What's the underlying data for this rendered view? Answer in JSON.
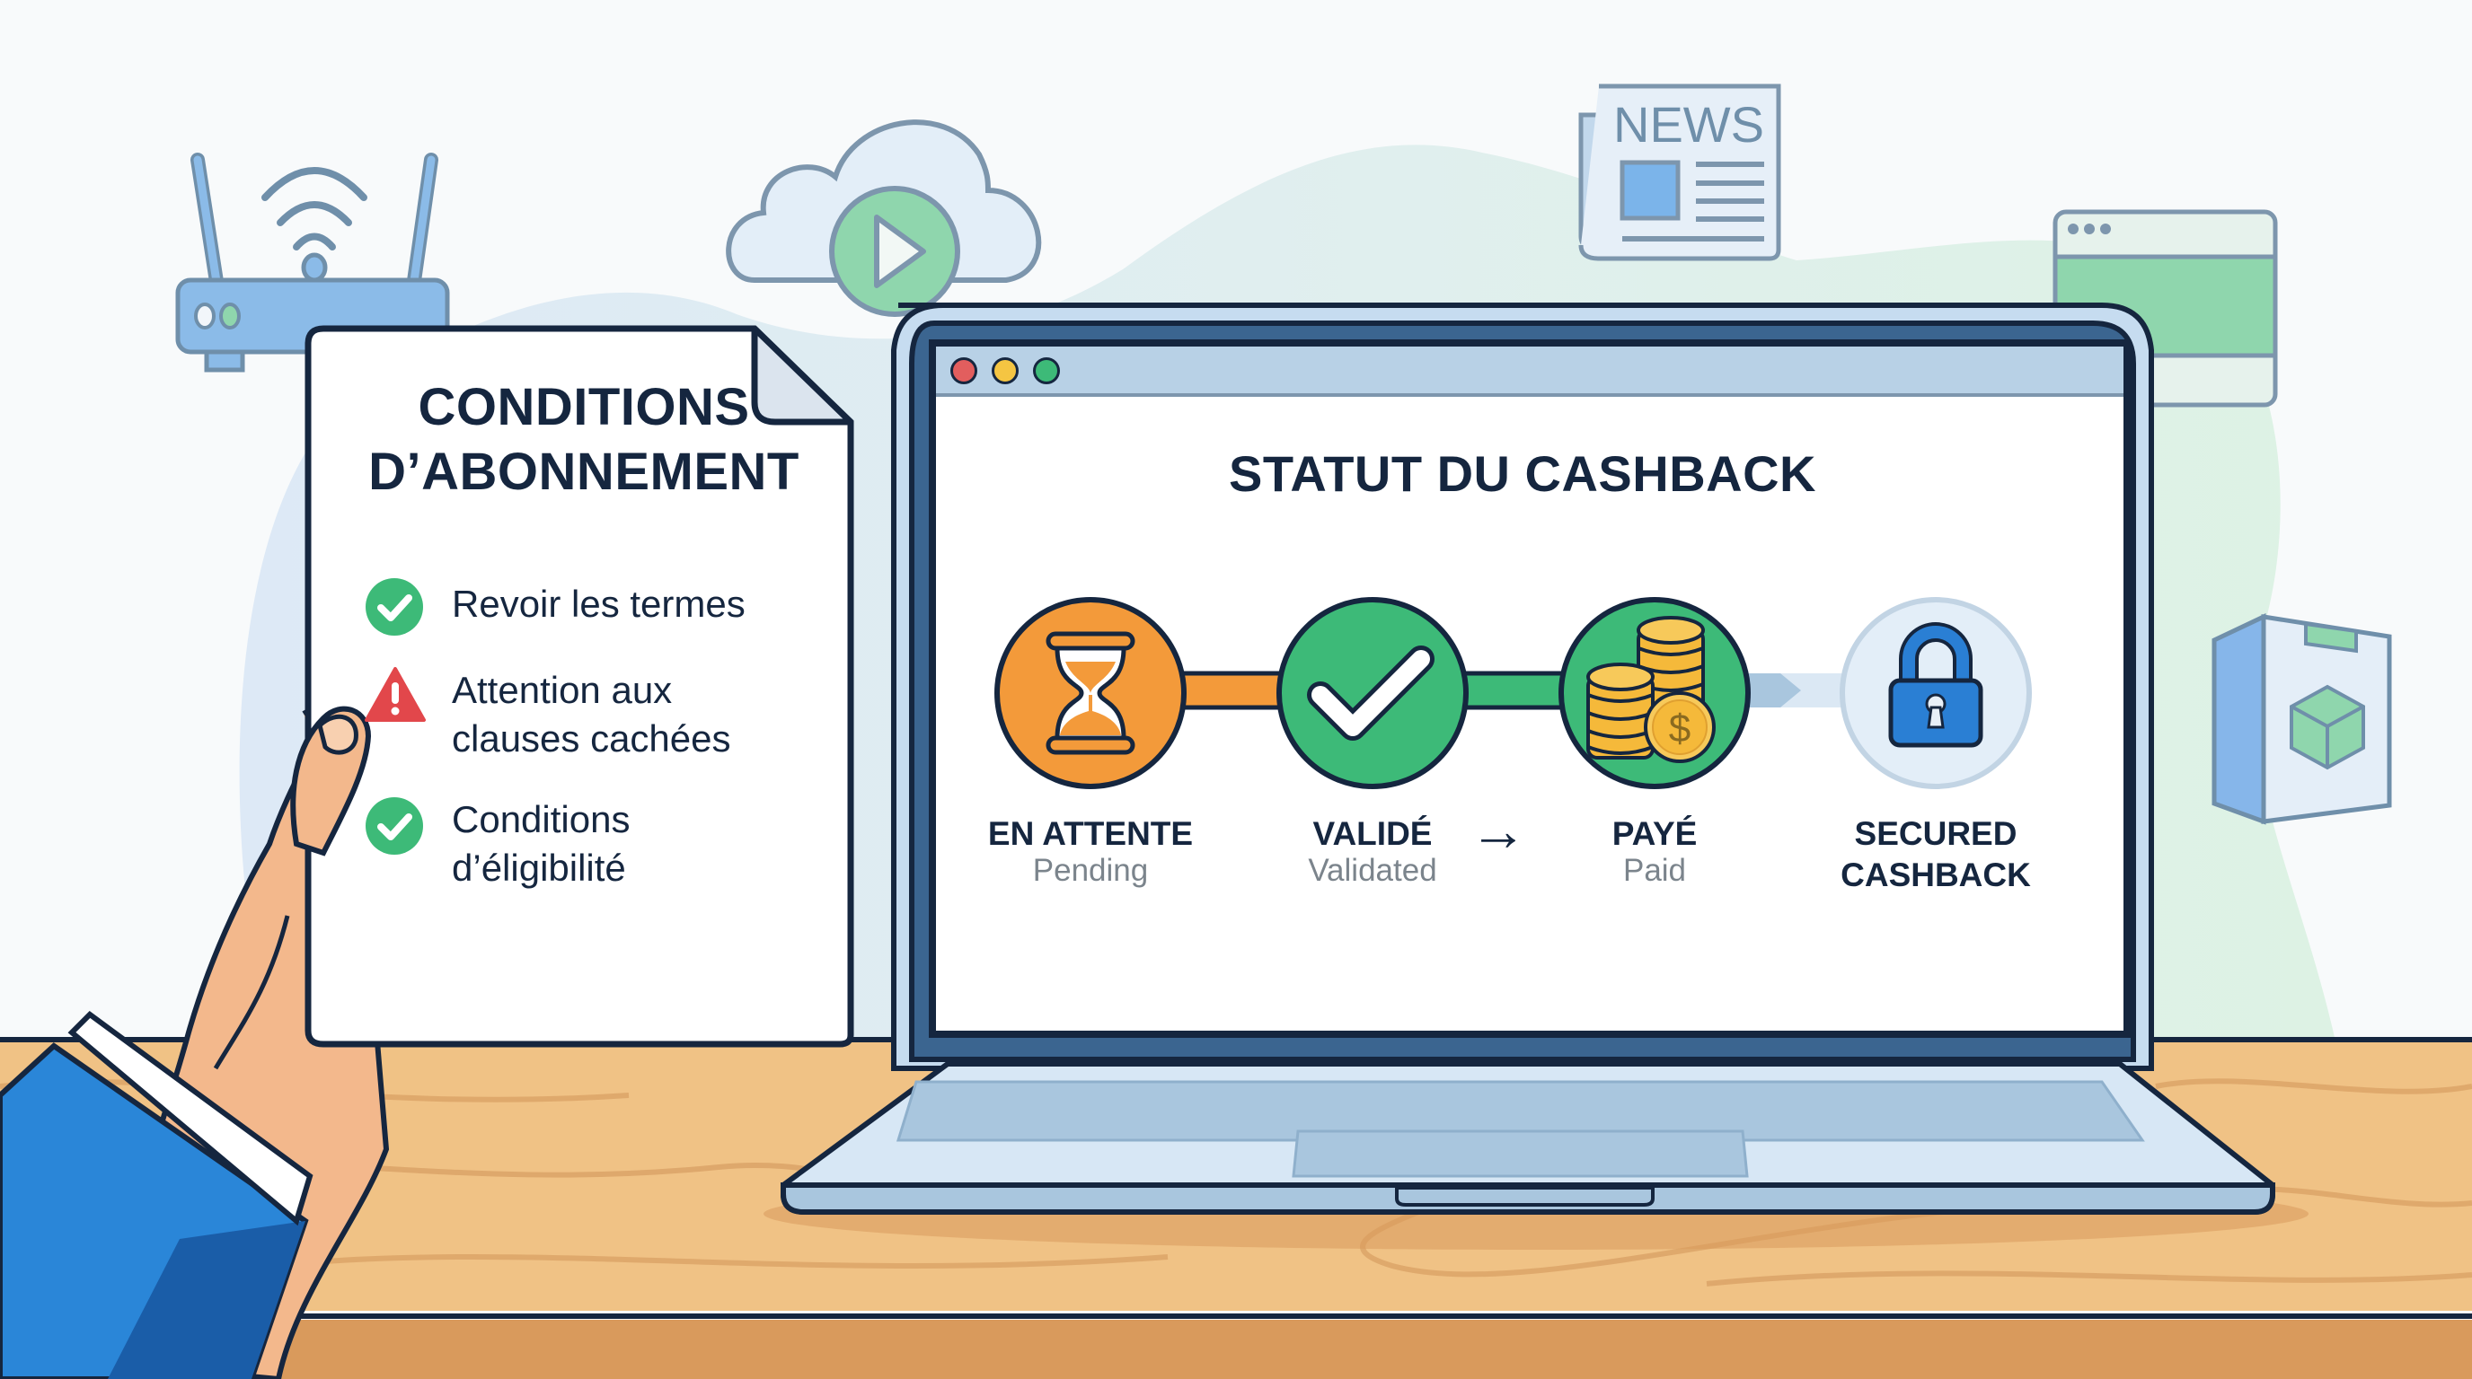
{
  "document": {
    "title_line1": "CONDITIONS",
    "title_line2": "D’ABONNEMENT",
    "items": [
      {
        "icon": "check-circle-icon",
        "status": "ok",
        "line1": "Revoir les termes",
        "line2": ""
      },
      {
        "icon": "warning-triangle-icon",
        "status": "warning",
        "line1": "Attention aux",
        "line2": "clauses cachées"
      },
      {
        "icon": "check-circle-icon",
        "status": "ok",
        "line1": "Conditions",
        "line2": "d’éligibilité"
      }
    ]
  },
  "laptop": {
    "window_controls": [
      "close",
      "minimize",
      "maximize"
    ],
    "screen_title": "STATUT DU CASHBACK",
    "steps": [
      {
        "icon": "hourglass-icon",
        "label": "EN ATTENTE",
        "sublabel": "Pending",
        "color": "#f39a3a"
      },
      {
        "icon": "checkmark-icon",
        "label": "VALIDÉ",
        "sublabel": "Validated",
        "color": "#3dba78"
      },
      {
        "icon": "coins-dollar-icon",
        "label": "PAYÉ",
        "sublabel": "Paid",
        "color": "#3dba78"
      },
      {
        "icon": "padlock-icon",
        "label": "SECURED",
        "label2": "CASHBACK",
        "sublabel": "",
        "color": "#e3eef8"
      }
    ],
    "arrow_between": "→"
  },
  "background_icons": {
    "news_label": "NEWS",
    "items": [
      "wifi-router-icon",
      "cloud-play-icon",
      "newspaper-icon",
      "browser-window-icon",
      "software-box-icon"
    ]
  },
  "colors": {
    "navy": "#15263f",
    "orange": "#f39a3a",
    "green": "#3dba78",
    "blue": "#2a7fd4",
    "laptop_frame": "#3a6590",
    "desk": "#f0c285",
    "warning_red": "#e2474b"
  }
}
